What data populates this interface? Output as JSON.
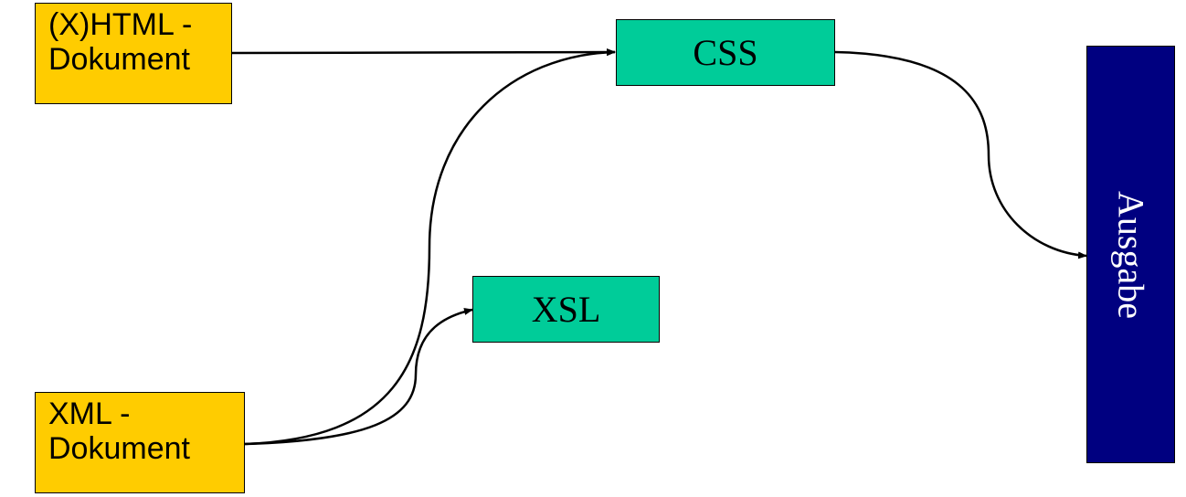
{
  "nodes": {
    "html_doc": {
      "line1": "(X)HTML -",
      "line2": "Dokument"
    },
    "xml_doc": {
      "line1": "XML -",
      "line2": "Dokument"
    },
    "css": {
      "label": "CSS"
    },
    "xsl": {
      "label": "XSL"
    },
    "output": {
      "label": "Ausgabe"
    }
  },
  "colors": {
    "document": "#ffcc00",
    "process": "#00cc99",
    "output": "#000080",
    "output_text": "#ffffff"
  }
}
